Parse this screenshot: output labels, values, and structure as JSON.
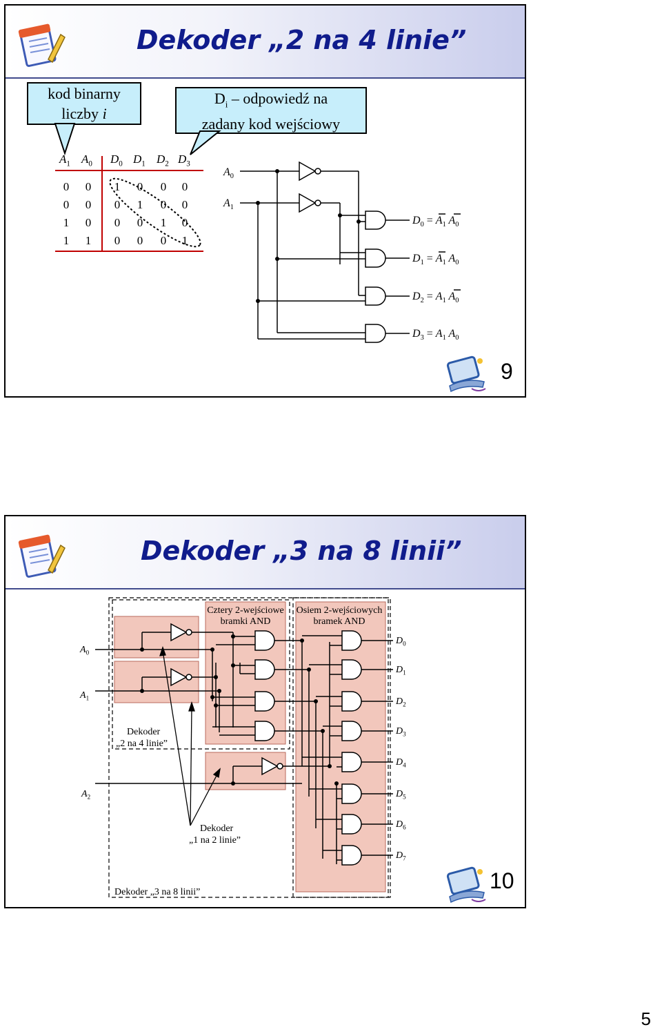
{
  "slide1": {
    "title": "Dekoder „2 na 4 linie”",
    "callout_left_line1": "kod binarny",
    "callout_left_line2": "liczby",
    "callout_left_var": "i",
    "callout_right_D": "D",
    "callout_right_sub": "i",
    "callout_right_line1": " – odpowiedź na",
    "callout_right_line2": "zadany kod wejściowy",
    "table": {
      "headers": [
        "A1",
        "A0",
        "D0",
        "D1",
        "D2",
        "D3"
      ],
      "rows": [
        [
          "0",
          "0",
          "1",
          "0",
          "0",
          "0"
        ],
        [
          "0",
          "0",
          "0",
          "1",
          "0",
          "0"
        ],
        [
          "1",
          "0",
          "0",
          "0",
          "1",
          "0"
        ],
        [
          "1",
          "1",
          "0",
          "0",
          "0",
          "1"
        ]
      ]
    },
    "inputs": [
      "A0",
      "A1"
    ],
    "outputs": [
      {
        "name": "D0",
        "eq": "= A1 A0"
      },
      {
        "name": "D1",
        "eq": "= A1 A0"
      },
      {
        "name": "D2",
        "eq": "= A1 A0"
      },
      {
        "name": "D3",
        "eq": "= A1 A0"
      }
    ],
    "page_number": "9"
  },
  "slide2": {
    "title": "Dekoder „3 na 8 linii”",
    "label_four_and_l1": "Cztery 2-wejściowe",
    "label_four_and_l2": "bramki AND",
    "label_eight_and_l1": "Osiem 2-wejściowych",
    "label_eight_and_l2": "bramek AND",
    "label_dec24_l1": "Dekoder",
    "label_dec24_l2": "„2 na 4 linie”",
    "label_dec12_l1": "Dekoder",
    "label_dec12_l2": "„1 na 2 linie”",
    "label_dec38": "Dekoder „3 na 8 linii”",
    "inputs": [
      "A0",
      "A1",
      "A2"
    ],
    "outputs": [
      "D0",
      "D1",
      "D2",
      "D3",
      "D4",
      "D5",
      "D6",
      "D7"
    ],
    "page_number": "10"
  },
  "footer_page": "5",
  "colors": {
    "title": "#101c8c",
    "callout_fill": "#c7eefb",
    "block_fill": "#f2c7bc"
  }
}
